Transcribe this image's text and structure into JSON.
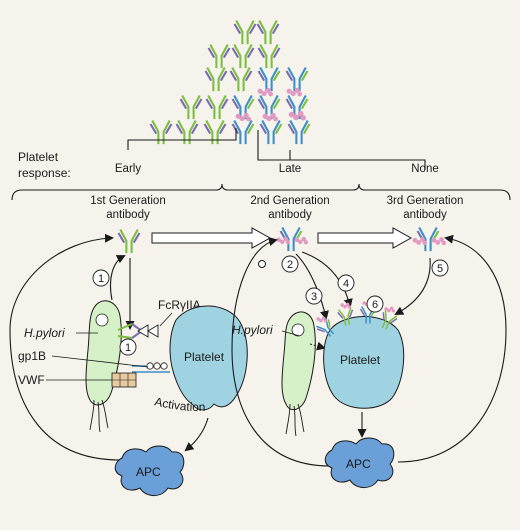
{
  "platelet_response_label": [
    "Platelet",
    "response:"
  ],
  "responses": [
    {
      "label": "Early",
      "generation": [
        "1st Generation",
        "antibody"
      ]
    },
    {
      "label": "Late",
      "generation": [
        "2nd Generation",
        "antibody"
      ]
    },
    {
      "label": "None",
      "generation": [
        "3rd Generation",
        "antibody"
      ]
    }
  ],
  "labels": {
    "hpylori": "H.pylori",
    "fcr": "FcRγIIA",
    "gp1b": "gp1B",
    "vwf": "VWF",
    "platelet": "Platelet",
    "activation": "Activation",
    "apc": "APC"
  },
  "step_numbers": [
    "1",
    "1",
    "2",
    "3",
    "4",
    "5",
    "6"
  ],
  "colors": {
    "background": "#f6f3ec",
    "antibody_green": "#7cbf3f",
    "antibody_purple": "#7a6bb0",
    "antibody_blue": "#3d8fc8",
    "glycan_pink": "#e29ac0",
    "bacterium": "#d6f1c8",
    "platelet": "#9fd3e2",
    "apc": "#6a9fd8",
    "receptor_tan": "#e8c9a0"
  }
}
